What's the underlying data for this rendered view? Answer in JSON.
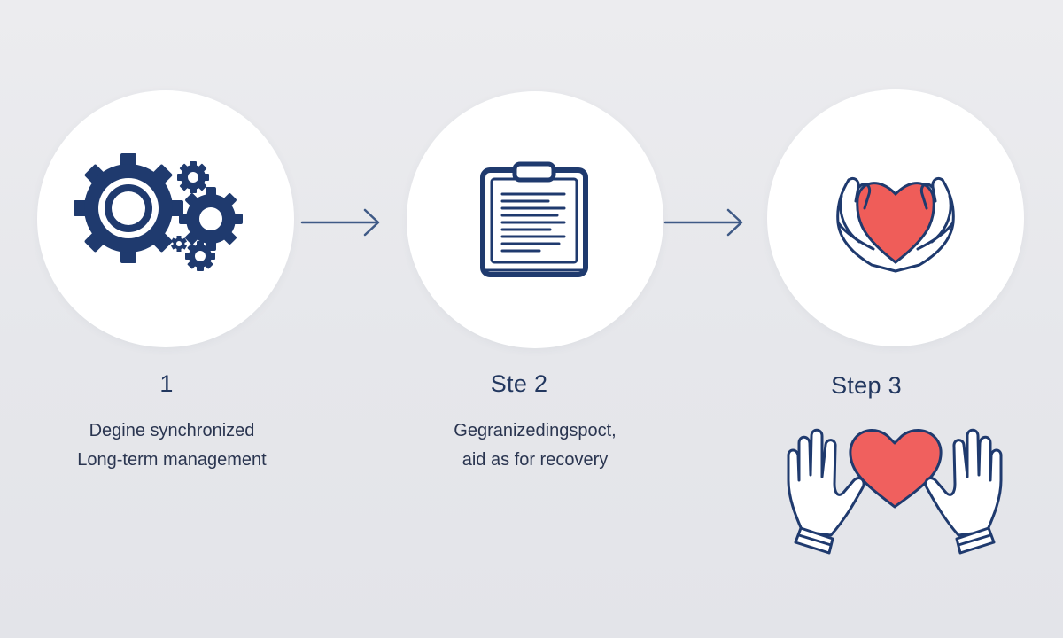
{
  "steps": [
    {
      "icon": "gears-icon",
      "title": "1",
      "desc_lines": [
        "Degine synchronized",
        "Long-term management"
      ]
    },
    {
      "icon": "clipboard-icon",
      "title": "Ste 2",
      "desc_lines": [
        "Gegranizedingspoct,",
        "aid as for recovery"
      ]
    },
    {
      "icon": "hands-heart-icon",
      "title": "Step 3",
      "desc_lines": []
    }
  ],
  "colors": {
    "navy": "#1f3a6e",
    "heart": "#f0605e",
    "arrow": "#3f5a86",
    "circle": "#ffffff"
  }
}
